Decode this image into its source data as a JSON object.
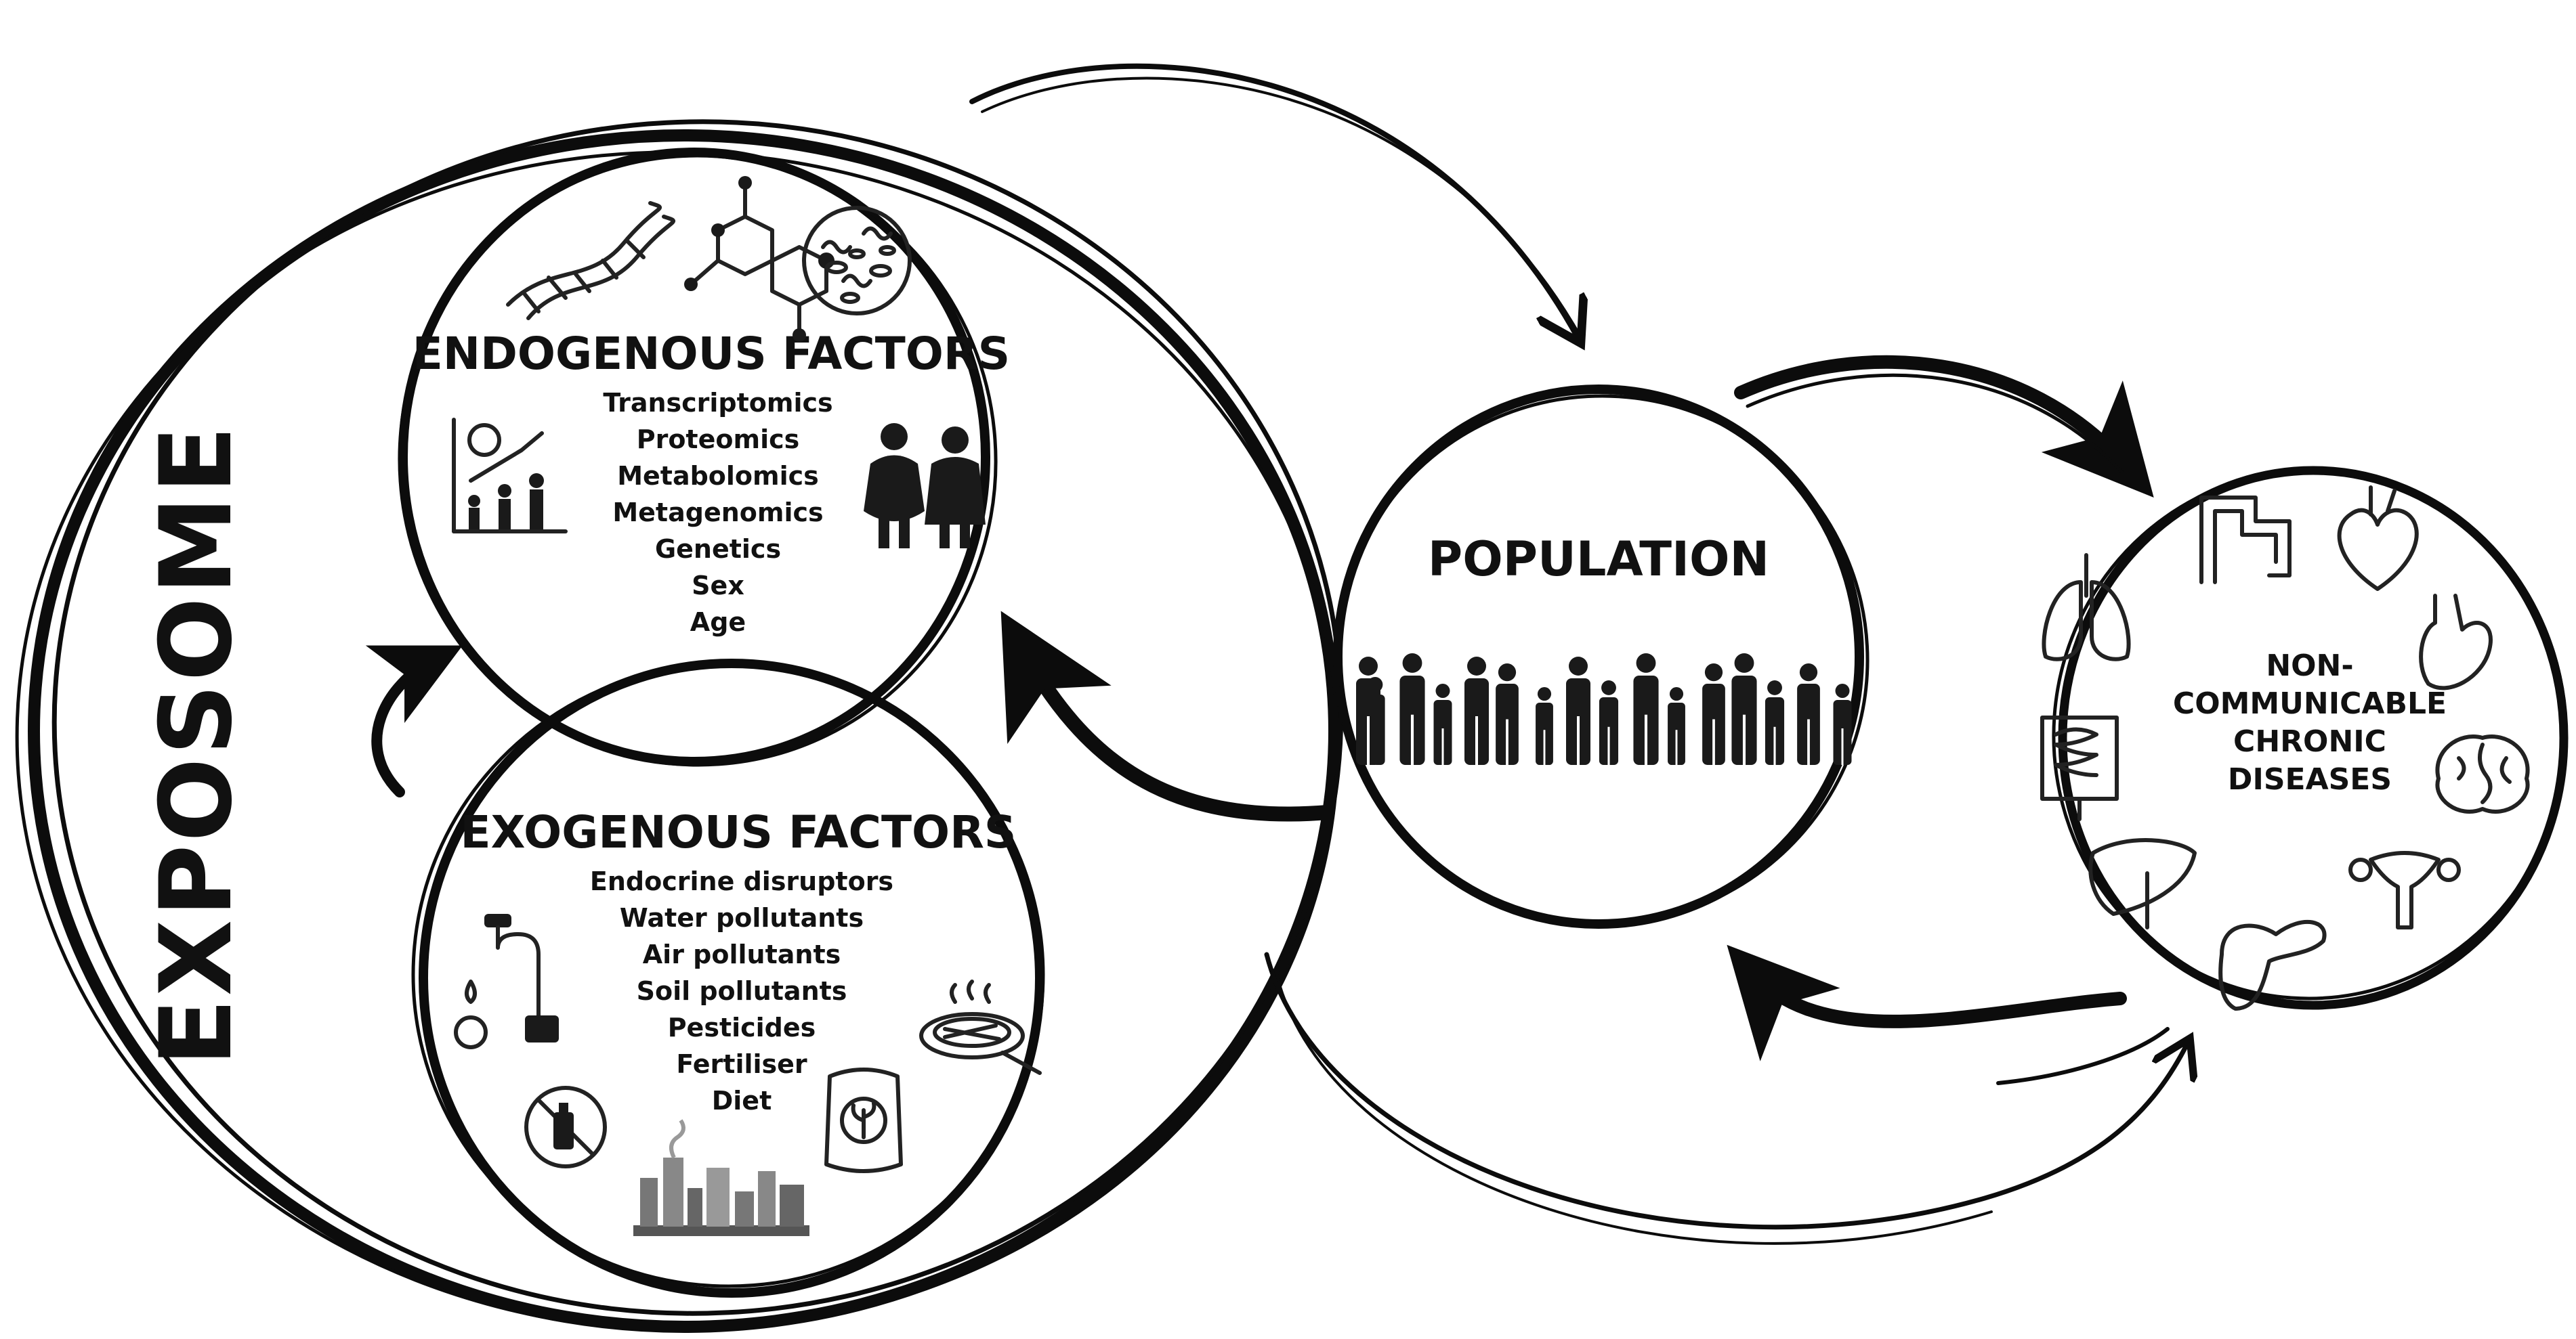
{
  "exposome": {
    "label": "EXPOSOME"
  },
  "endogenous": {
    "title": "ENDOGENOUS FACTORS",
    "items": [
      "Transcriptomics",
      "Proteomics",
      "Metabolomics",
      "Metagenomics",
      "Genetics",
      "Sex",
      "Age"
    ]
  },
  "exogenous": {
    "title": "EXOGENOUS FACTORS",
    "items": [
      "Endocrine disruptors",
      "Water pollutants",
      "Air pollutants",
      "Soil pollutants",
      "Pesticides",
      "Fertiliser",
      "Diet"
    ]
  },
  "population": {
    "title": "POPULATION"
  },
  "ncd": {
    "lines": [
      "NON-",
      "COMMUNICABLE",
      "CHRONIC",
      "DISEASES"
    ]
  },
  "icons": {
    "endogenous": [
      "dna-icon",
      "molecule-icon",
      "microbiome-icon",
      "aging-chart-icon",
      "elderly-couple-icon"
    ],
    "exogenous": [
      "faucet-icon",
      "no-spray-icon",
      "factory-city-icon",
      "grilled-food-icon",
      "fertiliser-bag-icon"
    ],
    "population": [
      "crowd-icon"
    ],
    "organs": [
      "lungs-icon",
      "colon-icon",
      "heart-icon",
      "stomach-icon",
      "intestine-icon",
      "brain-icon",
      "liver-icon",
      "pancreas-icon",
      "uterus-icon"
    ]
  }
}
